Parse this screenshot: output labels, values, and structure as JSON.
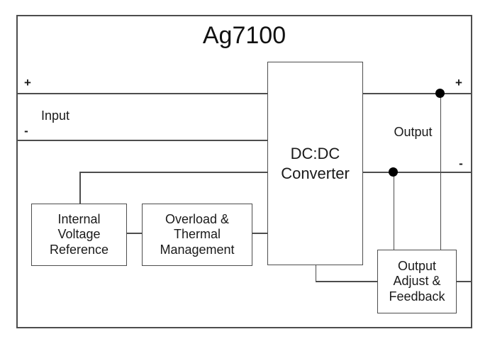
{
  "diagram": {
    "title": "Ag7100",
    "input": {
      "label": "Input",
      "plus": "+",
      "minus": "-"
    },
    "output": {
      "label": "Output",
      "plus": "+",
      "minus": "-"
    },
    "blocks": {
      "converter": {
        "lines": [
          "DC:DC",
          "Converter"
        ]
      },
      "reference": {
        "lines": [
          "Internal",
          "Voltage",
          "Reference"
        ]
      },
      "overload": {
        "lines": [
          "Overload &",
          "Thermal",
          "Management"
        ]
      },
      "feedback": {
        "lines": [
          "Output",
          "Adjust &",
          "Feedback"
        ]
      }
    },
    "colors": {
      "stroke": "#4d4d4d",
      "text": "#1a1a1a",
      "junction_dot": "#000000",
      "background": "#ffffff"
    }
  }
}
